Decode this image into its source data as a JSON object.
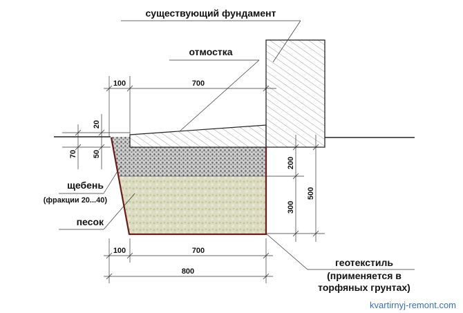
{
  "labels": {
    "foundation": "существующий фундамент",
    "blind_area": "отмостка",
    "gravel": "щебень",
    "gravel_fraction": "(фракции 20...40)",
    "sand": "песок",
    "geotextile": "геотекстиль",
    "geotextile_note1": "(применяется в",
    "geotextile_note2": "торфяных грунтах)"
  },
  "dimensions": {
    "top_left": "100",
    "top_main": "700",
    "left_20": "20",
    "left_70": "70",
    "left_50": "50",
    "right_200": "200",
    "right_300": "300",
    "right_500": "500",
    "bottom_left": "100",
    "bottom_main": "700",
    "bottom_total": "800"
  },
  "watermark": "kvartirnyj-remont.com",
  "colors": {
    "geotextile": "#6b1a1a",
    "sand": "#d9dcc0",
    "gravel": "#9a9a9a",
    "watermark": "#3a6fb5"
  }
}
